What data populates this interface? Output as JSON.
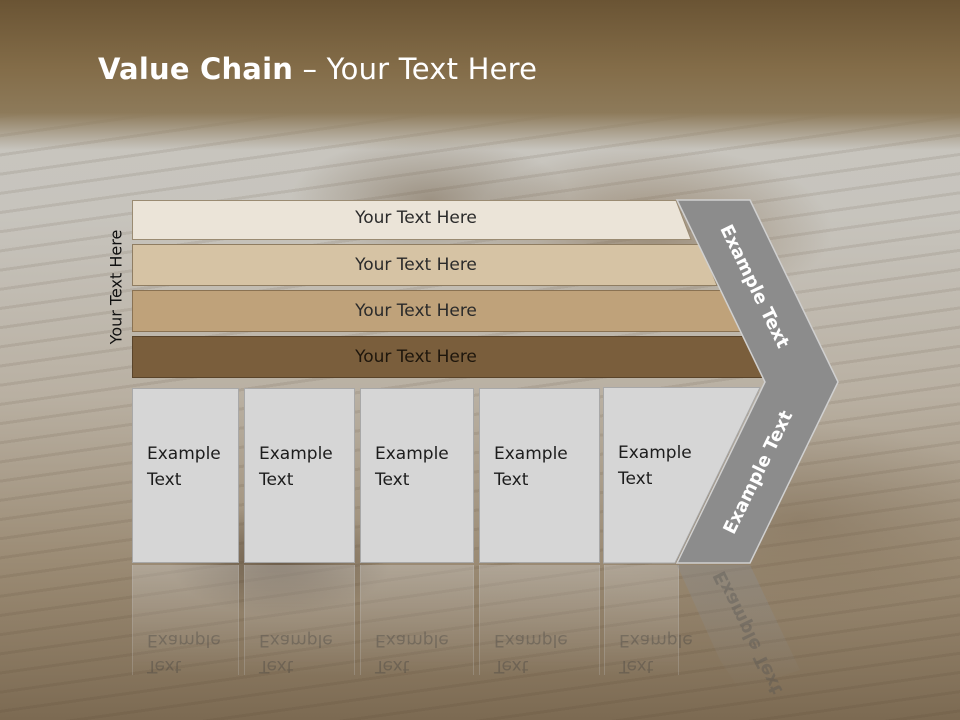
{
  "title": {
    "bold": "Value Chain",
    "rest": " – Your Text Here"
  },
  "side_label": "Your Text Here",
  "bars": [
    {
      "label": "Your Text Here",
      "color": "#ebe4d8"
    },
    {
      "label": "Your Text Here",
      "color": "#d6c3a4"
    },
    {
      "label": "Your Text Here",
      "color": "#bfa27a"
    },
    {
      "label": "Your Text Here",
      "color": "#7a5e3c"
    }
  ],
  "boxes": [
    {
      "line1": "Example",
      "line2": "Text"
    },
    {
      "line1": "Example",
      "line2": "Text"
    },
    {
      "line1": "Example",
      "line2": "Text"
    },
    {
      "line1": "Example",
      "line2": "Text"
    },
    {
      "line1": "Example",
      "line2": "Text"
    }
  ],
  "chevron": {
    "upper": "Example Text",
    "lower": "Example Text",
    "color": "#8c8c8c"
  }
}
